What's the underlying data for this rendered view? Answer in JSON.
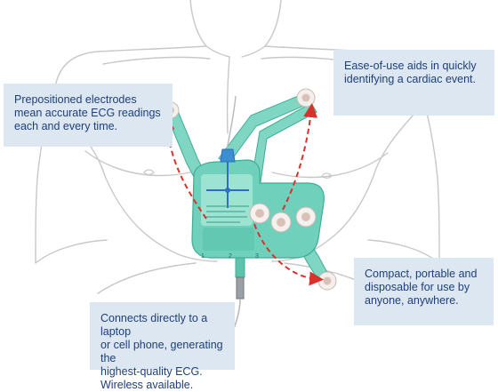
{
  "callouts": {
    "electrodes": {
      "lines": [
        "Prepositioned electrodes",
        "mean accurate ECG readings",
        "each and every time."
      ]
    },
    "ease_of_use": {
      "lines": [
        "Ease-of-use aids in quickly",
        "identifying a cardiac event."
      ]
    },
    "portable": {
      "lines": [
        "Compact, portable and",
        "disposable for use by",
        "anyone, anywhere."
      ]
    },
    "connects": {
      "lines": [
        "Connects directly to a laptop",
        "or cell phone, generating the",
        "highest-quality ECG.",
        "Wireless available."
      ]
    }
  },
  "device_scale": {
    "tick_1": "1",
    "tick_2": "2",
    "tick_3": "3"
  },
  "colors": {
    "outline": "#c8c8c8",
    "device_teal": "#6fd0bb",
    "device_dark": "#3fae96",
    "arrow_red": "#d8322b",
    "callout_bg": "#dce7f2",
    "callout_text": "#1e3f78"
  }
}
